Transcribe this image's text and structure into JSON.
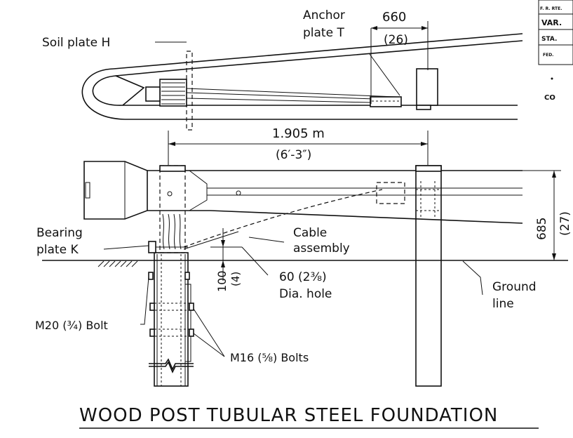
{
  "title": "WOOD POST TUBULAR STEEL FOUNDATION",
  "labels": {
    "soil_plate": "Soil plate H",
    "anchor_plate_line1": "Anchor",
    "anchor_plate_line2": "plate T",
    "dim_660": "660",
    "dim_26": "(26)",
    "dim_spacing_m": "1.905 m",
    "dim_spacing_ft": "(6′-3″)",
    "dim_685": "685",
    "dim_27": "(27)",
    "bearing_plate_line1": "Bearing",
    "bearing_plate_line2": "plate K",
    "cable_line1": "Cable",
    "cable_line2": "assembly",
    "dim_100": "100",
    "dim_4": "(4)",
    "hole_line1": "60 (2⅜)",
    "hole_line2": "Dia. hole",
    "ground_line1": "Ground",
    "ground_line2": "line",
    "bolt_m20": "M20 (¾) Bolt",
    "bolts_m16": "M16 (⅝) Bolts"
  },
  "title_block": {
    "row1": "F. R. RTE.",
    "row2": "VAR.",
    "row3": "STA.",
    "row4": "FED.",
    "note": "CO"
  }
}
